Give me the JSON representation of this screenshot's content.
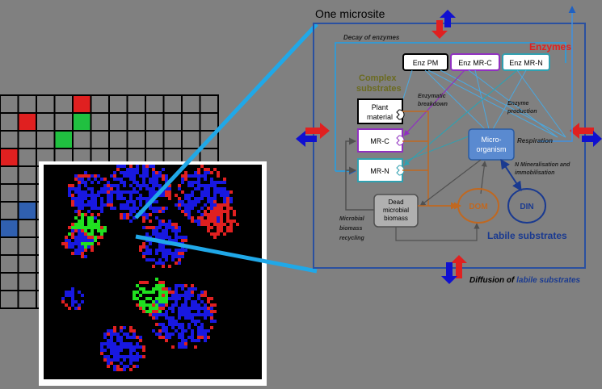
{
  "title": "One microsite",
  "enzymes": {
    "heading": "Enzymes",
    "decay_label": "Decay of enzymes",
    "items": [
      "Enz PM",
      "Enz MR-C",
      "Enz MR-N"
    ],
    "production_label": [
      "Enzyme",
      "production"
    ]
  },
  "complex_substrates": {
    "heading": [
      "Complex",
      "substrates"
    ],
    "plant_material": [
      "Plant",
      "material"
    ],
    "mr_c": "MR-C",
    "mr_n": "MR-N",
    "breakdown_label": [
      "Enzymatic",
      "breakdown"
    ]
  },
  "microorganism": [
    "Micro-",
    "organism"
  ],
  "respiration": "Respiration",
  "n_min": [
    "N Mineralisation and",
    "immobilisation"
  ],
  "dead_biomass": [
    "Dead",
    "microbial",
    "biomass"
  ],
  "recycling": [
    "Microbial",
    "biomass",
    "recycling"
  ],
  "dom": "DOM",
  "din": "DIN",
  "labile": "Labile substrates",
  "diffusion_prefix": "Diffusion of",
  "diffusion_suffix": "labile substrates",
  "colors": {
    "background": "#808080",
    "red": "#e02020",
    "blue": "#1010d0",
    "green": "#20c040",
    "cyan_link": "#20a0e8",
    "enzyme_red": "#e02020",
    "mr_c_purple": "#9030c0",
    "mr_n_teal": "#30a0b0",
    "dom_orange": "#c06820",
    "din_blue": "#1a3a90",
    "olive": "#6b6b20"
  }
}
